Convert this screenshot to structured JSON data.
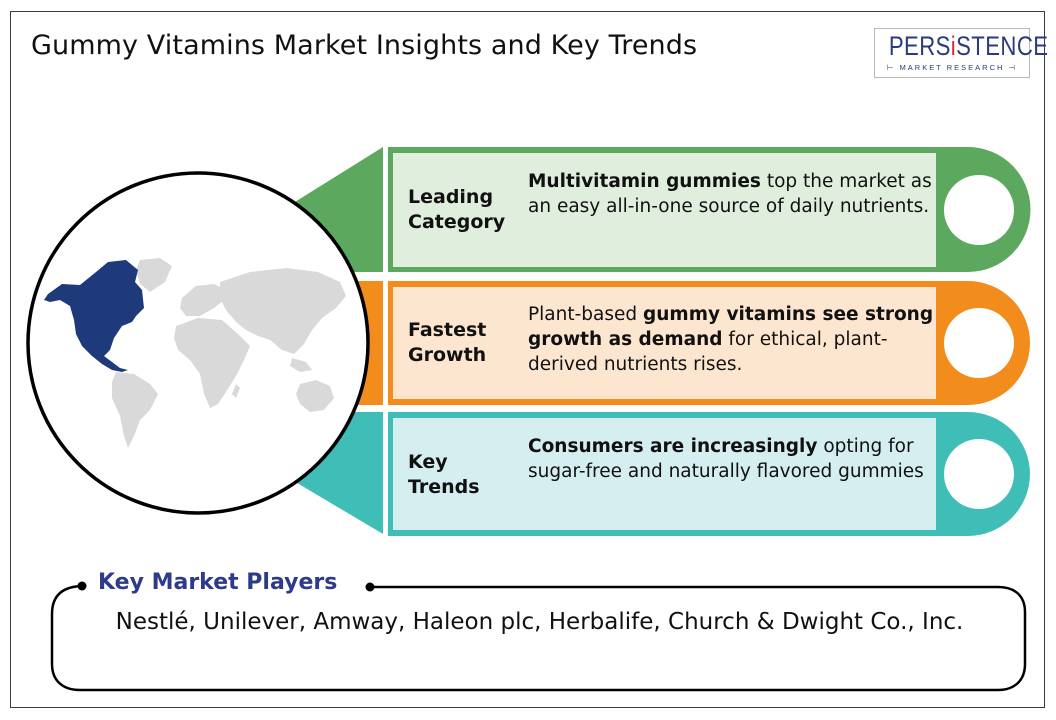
{
  "header": {
    "title": "Gummy Vitamins Market Insights and Key Trends",
    "logo": {
      "brand_pre": "PERS",
      "brand_accent": "i",
      "brand_post": "STENCE",
      "subtitle": "MARKET RESEARCH",
      "brand_color": "#2b3a7a",
      "accent_color": "#d3263a"
    }
  },
  "map": {
    "highlighted_region": "North America",
    "highlight_color": "#1f3a7a",
    "other_color": "#d9d9d9"
  },
  "insights": [
    {
      "label_line1": "Leading",
      "label_line2": "Category",
      "bold": "Multivitamin gummies",
      "rest": " top the market as an easy all-in-one source of daily nutrients.",
      "color": "#5ca85f",
      "fill": "#dfeedd"
    },
    {
      "label_line1": "Fastest",
      "label_line2": "Growth",
      "pre": "Plant-based ",
      "bold": "gummy vitamins see strong growth as demand",
      "rest": " for ethical, plant-derived nutrients rises.",
      "color": "#f28c1c",
      "fill": "#fde6d0"
    },
    {
      "label_line1": "Key",
      "label_line2": "Trends",
      "bold": "Consumers are increasingly",
      "rest": " opting for sugar-free and naturally flavored gummies",
      "color": "#3fbdb7",
      "fill": "#d5eef0"
    }
  ],
  "players": {
    "heading": "Key Market Players",
    "list": "Nestlé, Unilever, Amway, Haleon plc, Herbalife, Church & Dwight Co., Inc."
  }
}
